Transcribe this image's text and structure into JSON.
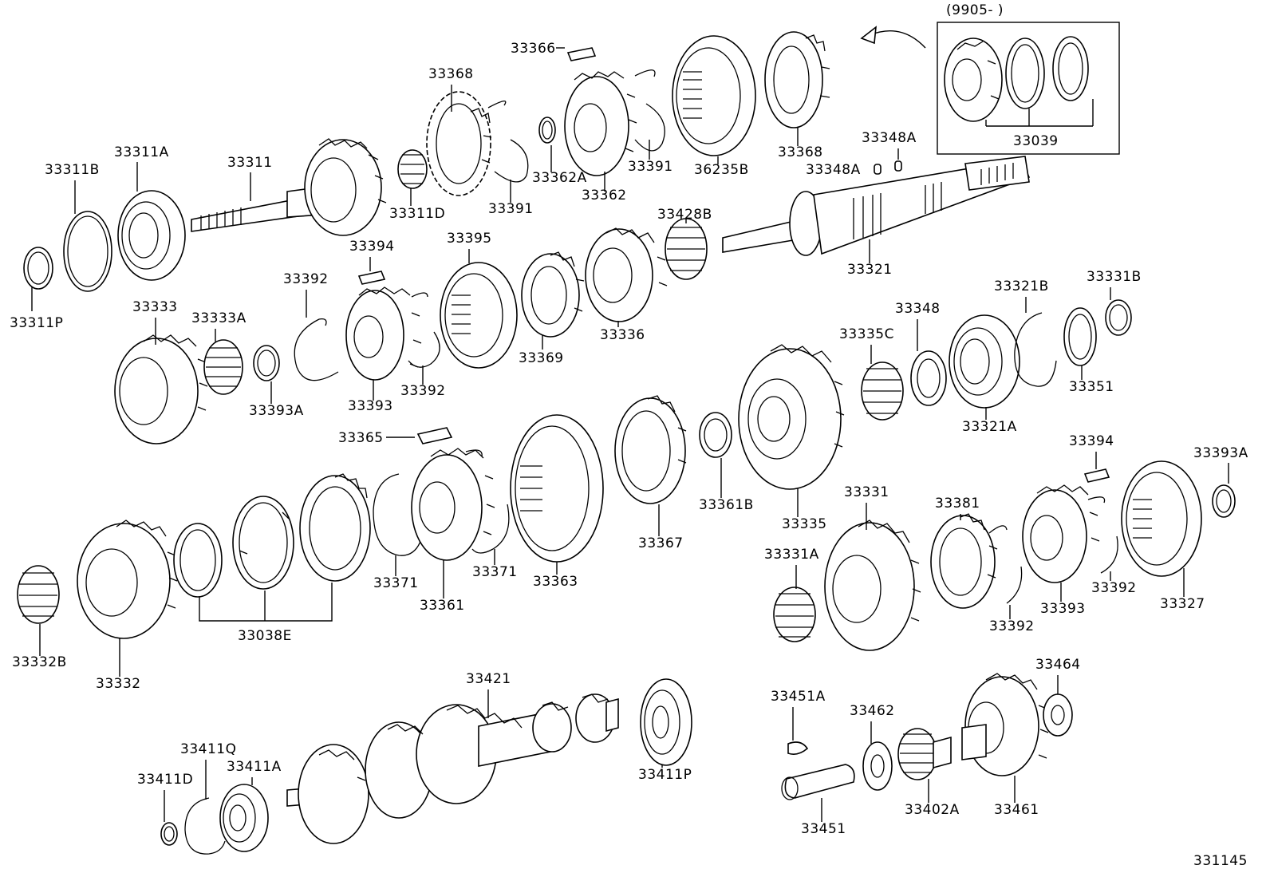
{
  "inset": {
    "date_code": "(9905-          )"
  },
  "figure_code": "331145",
  "labels": {
    "p33311P": "33311P",
    "p33311B": "33311B",
    "p33311A": "33311A",
    "p33311": "33311",
    "p33311D": "33311D",
    "p33368a": "33368",
    "p33366": "33366",
    "p33391a": "33391",
    "p33362A": "33362A",
    "p33362": "33362",
    "p33391b": "33391",
    "p36235B": "36235B",
    "p33368b": "33368",
    "p33039": "33039",
    "p33348Aa": "33348A",
    "p33348Ab": "33348A",
    "p33428B": "33428B",
    "p33321": "33321",
    "p33394a": "33394",
    "p33395": "33395",
    "p33392a": "33392",
    "p33333": "33333",
    "p33333A": "33333A",
    "p33393A": "33393A",
    "p33393a": "33393",
    "p33392b": "33392",
    "p33369": "33369",
    "p33336": "33336",
    "p33335C": "33335C",
    "p33348": "33348",
    "p33321B": "33321B",
    "p33331B": "33331B",
    "p33351": "33351",
    "p33321A": "33321A",
    "p33365": "33365",
    "p33371a": "33371",
    "p33371b": "33371",
    "p33361": "33361",
    "p33363": "33363",
    "p33367": "33367",
    "p33361B": "33361B",
    "p33335": "33335",
    "p33038E": "33038E",
    "p33332B": "33332B",
    "p33332": "33332",
    "p33331": "33331",
    "p33381": "33381",
    "p33394b": "33394",
    "p33393Ab": "33393A",
    "p33331A": "33331A",
    "p33392c": "33392",
    "p33393b": "33393",
    "p33392d": "33392",
    "p33327": "33327",
    "p33421": "33421",
    "p33411Q": "33411Q",
    "p33411A": "33411A",
    "p33411D": "33411D",
    "p33411P": "33411P",
    "p33451A": "33451A",
    "p33462": "33462",
    "p33464": "33464",
    "p33451": "33451",
    "p33402A": "33402A",
    "p33461": "33461"
  }
}
